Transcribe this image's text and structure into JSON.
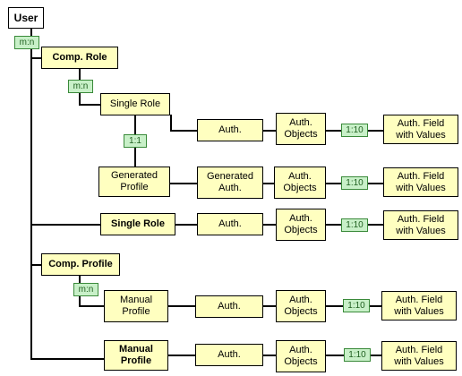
{
  "nodes": {
    "user": "User",
    "comp_role": "Comp. Role",
    "single_role_nested": "Single Role",
    "auth_r1": "Auth.",
    "auth_objects_r1": "Auth.\nObjects",
    "auth_field_r1": "Auth. Field\nwith Values",
    "generated_profile": "Generated\nProfile",
    "generated_auth": "Generated\nAuth.",
    "auth_objects_r2": "Auth.\nObjects",
    "auth_field_r2": "Auth. Field\nwith Values",
    "single_role": "Single Role",
    "auth_r3": "Auth.",
    "auth_objects_r3": "Auth.\nObjects",
    "auth_field_r3": "Auth. Field\nwith Values",
    "comp_profile": "Comp. Profile",
    "manual_profile_nested": "Manual\nProfile",
    "auth_r4": "Auth.",
    "auth_objects_r4": "Auth.\nObjects",
    "auth_field_r4": "Auth. Field\nwith Values",
    "manual_profile": "Manual\nProfile",
    "auth_r5": "Auth.",
    "auth_objects_r5": "Auth.\nObjects",
    "auth_field_r5": "Auth. Field\nwith Values"
  },
  "badges": {
    "mn_user": "m:n",
    "mn_comp_role": "m:n",
    "one_to_one": "1:1",
    "ratio_r1": "1:10",
    "ratio_r2": "1:10",
    "ratio_r3": "1:10",
    "mn_comp_profile": "m:n",
    "ratio_r4": "1:10",
    "ratio_r5": "1:10"
  },
  "colors": {
    "node_fill": "#ffffc0",
    "badge_fill": "#c8f0c8",
    "badge_border": "#3a8a3a",
    "line": "#000000"
  }
}
